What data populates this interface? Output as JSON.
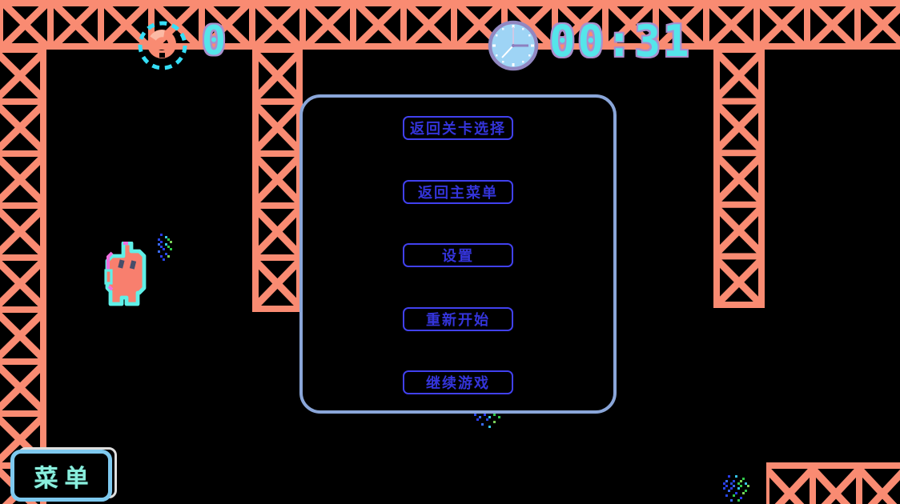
{
  "hud": {
    "coins": {
      "icon": "coin-icon",
      "count": "0"
    },
    "timer": {
      "icon": "clock-icon",
      "value": "00:31"
    }
  },
  "pause_menu": {
    "buttons": [
      {
        "label": "返回关卡选择"
      },
      {
        "label": "返回主菜单"
      },
      {
        "label": "设置"
      },
      {
        "label": "重新开始"
      },
      {
        "label": "继续游戏"
      }
    ]
  },
  "hud_menu_button": {
    "label": "菜单"
  },
  "colors": {
    "background": "#000000",
    "truss": "#f98b72",
    "panel_border": "#8aa6d9",
    "button_border": "#4141ef",
    "button_text": "#3434da",
    "hud_text": "#55e5ea",
    "hud_text_outline": "#ab8ecd",
    "clock_face": "#9ed4f5",
    "clock_rim": "#9187c1",
    "coin_ring": "#35dff7",
    "menu_button_border": "#7ec9ef",
    "menu_button_text": "#8aeedd",
    "player_body": "#f87f6e",
    "player_outline": "#5ff0e8",
    "player_accent": "#ef6fe0"
  }
}
